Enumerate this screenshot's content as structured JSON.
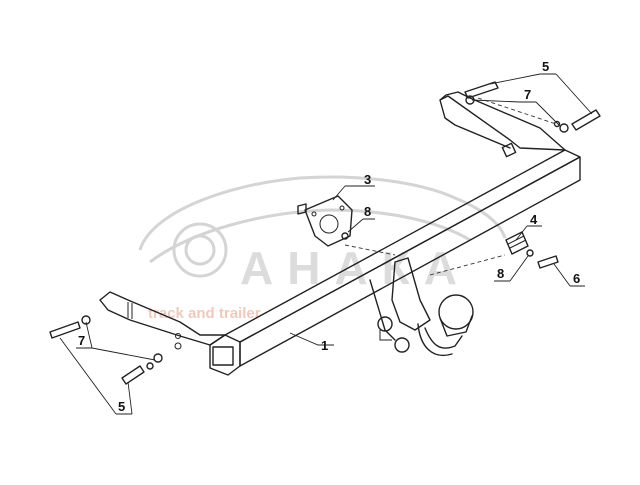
{
  "watermark": {
    "brand": "АНАКА",
    "tagline": "track and trailer"
  },
  "callouts": {
    "c1": "1",
    "c3": "3",
    "c4": "4",
    "c5_top": "5",
    "c5_bottom": "5",
    "c6": "6",
    "c7_top": "7",
    "c7_left": "7",
    "c8_upper": "8",
    "c8_right": "8"
  },
  "colors": {
    "line": "#222222",
    "watermark": "#d4d4d4",
    "watermark_accent": "#f2c9b8"
  }
}
